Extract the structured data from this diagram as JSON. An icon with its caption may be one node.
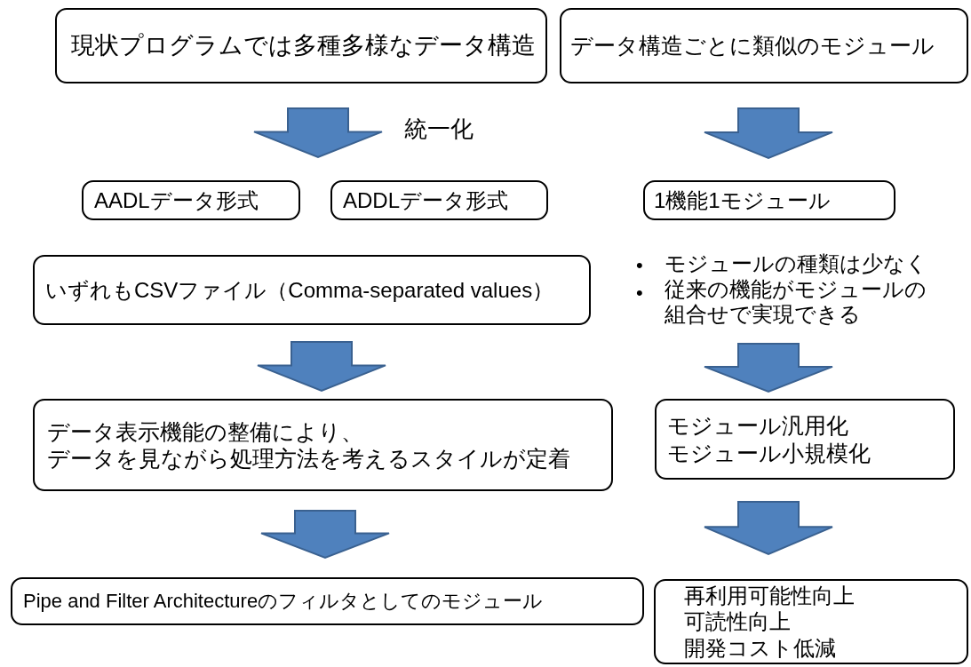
{
  "diagram": {
    "nodes": [
      {
        "text": [
          "現状プログラムでは多種多様なデータ構造"
        ]
      },
      {
        "text": [
          "データ構造ごとに類似のモジュール"
        ]
      },
      {
        "text": [
          "AADLデータ形式"
        ]
      },
      {
        "text": [
          "ADDLデータ形式"
        ]
      },
      {
        "text": [
          "1機能1モジュール"
        ]
      },
      {
        "text": [
          "いずれもCSVファイル（Comma-separated values）"
        ]
      },
      {
        "text": [
          "モジュールの種類は少なく",
          "従来の機能がモジュールの組合せで実現できる"
        ]
      },
      {
        "text": [
          "データ表示機能の整備により、",
          "データを見ながら処理方法を考えるスタイルが定着"
        ]
      },
      {
        "text": [
          "モジュール汎用化",
          "モジュール小規模化"
        ]
      },
      {
        "text": [
          "Pipe and Filter Architectureのフィルタとしてのモジュール"
        ]
      },
      {
        "text": [
          "再利用可能性向上",
          "可読性向上",
          "開発コスト低減"
        ]
      }
    ],
    "edges": [
      {
        "from": 0,
        "to": 2,
        "arrow": "to",
        "label": "統一化"
      },
      {
        "from": 0,
        "to": 3,
        "arrow": "to"
      },
      {
        "from": 1,
        "to": 4,
        "arrow": "to"
      },
      {
        "from": 5,
        "to": 7,
        "arrow": "to"
      },
      {
        "from": 6,
        "to": 8,
        "arrow": "to"
      },
      {
        "from": 7,
        "to": 9,
        "arrow": "to"
      },
      {
        "from": 8,
        "to": 10,
        "arrow": "to"
      }
    ],
    "labels": [
      "•",
      "•"
    ]
  }
}
